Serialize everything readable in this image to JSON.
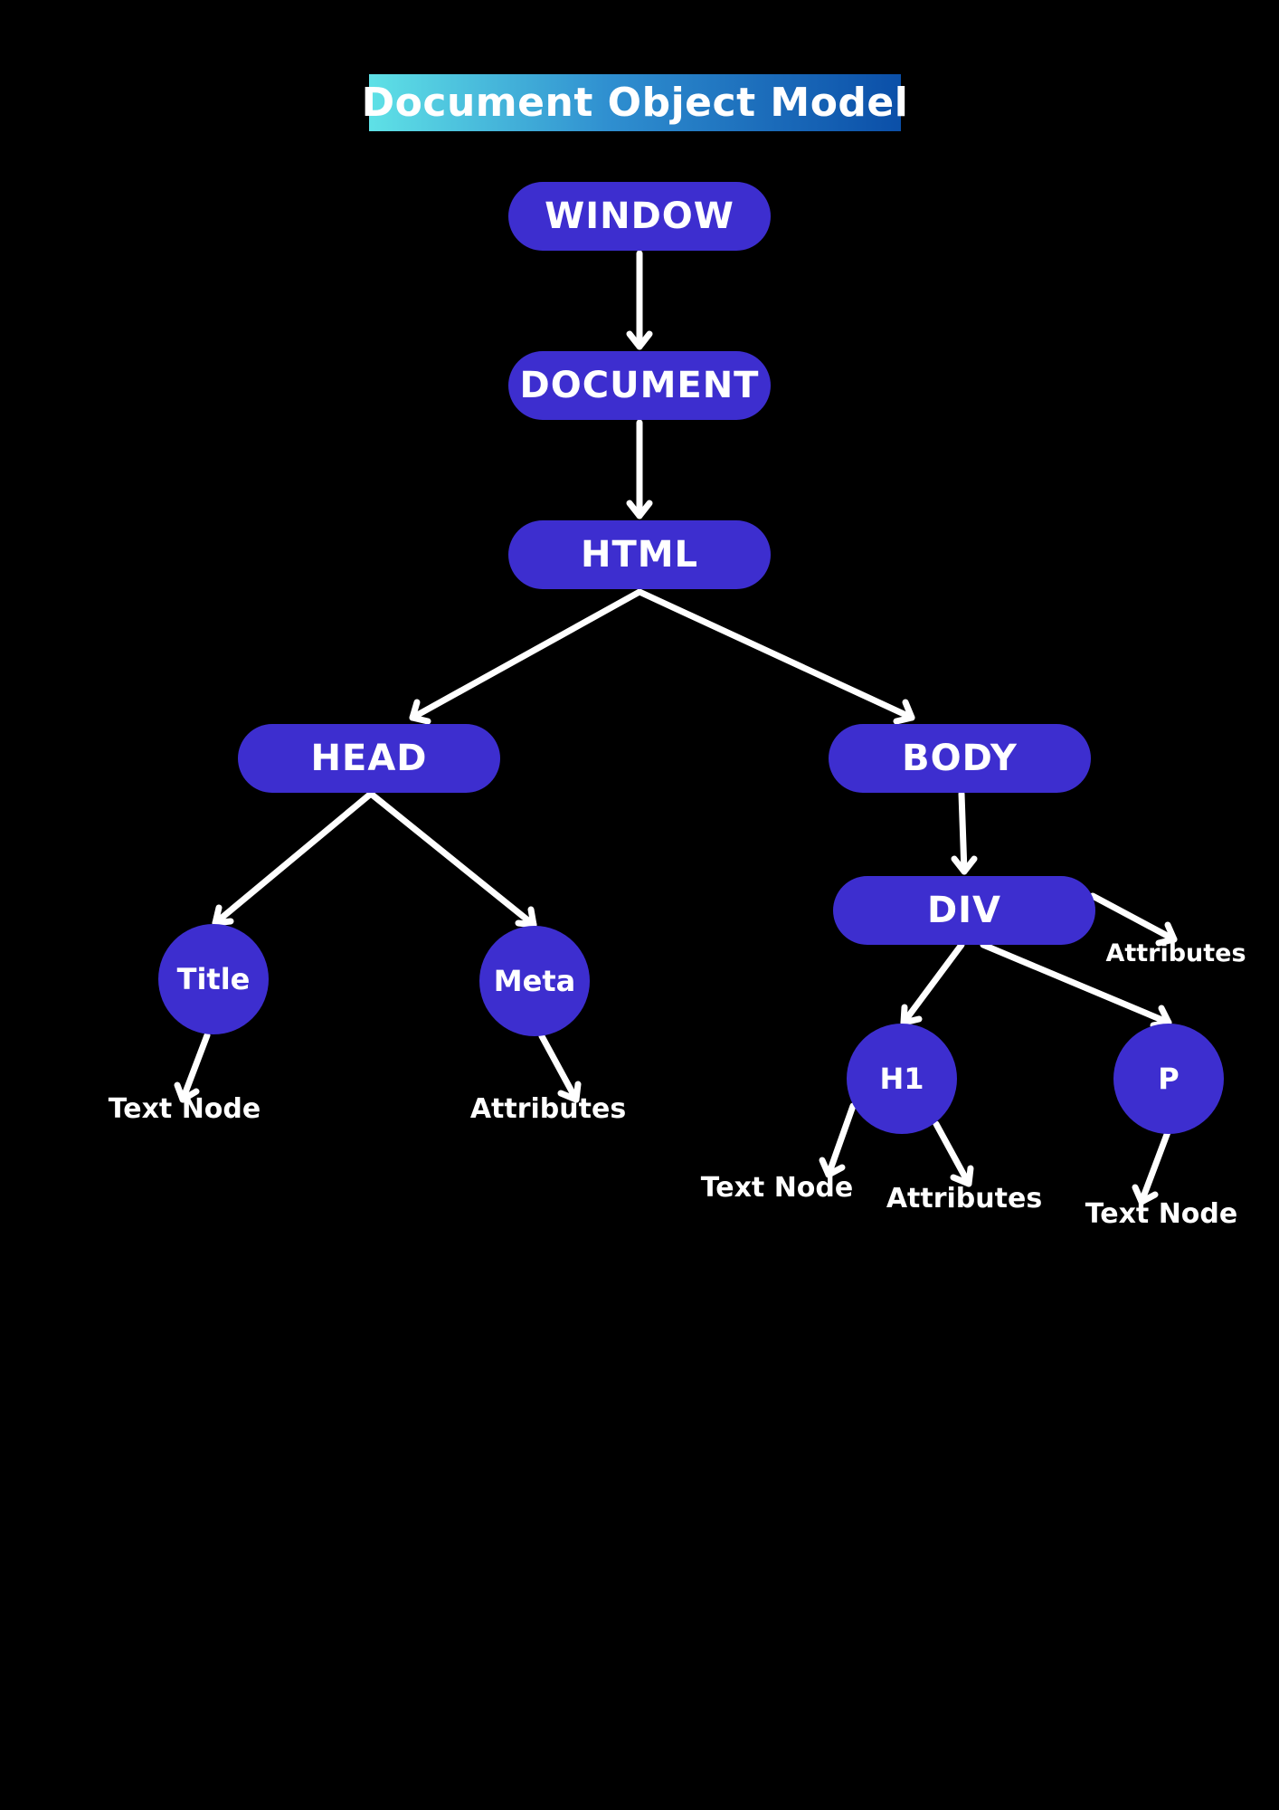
{
  "title": "Document Object Model",
  "nodes": {
    "window": "WINDOW",
    "document": "DOCUMENT",
    "html": "HTML",
    "head": "HEAD",
    "body": "BODY",
    "div": "DIV",
    "title": "Title",
    "meta": "Meta",
    "h1": "H1",
    "p": "P"
  },
  "leaves": {
    "title_text": "Text Node",
    "meta_attributes": "Attributes",
    "div_attributes": "Attributes",
    "h1_text": "Text Node",
    "h1_attributes": "Attributes",
    "p_text": "Text Node"
  },
  "colors": {
    "background": "#000000",
    "node_fill": "#3d2ecf",
    "edge": "#ffffff",
    "title_gradient_start": "#5fe1e6",
    "title_gradient_end": "#0b4fa8"
  }
}
